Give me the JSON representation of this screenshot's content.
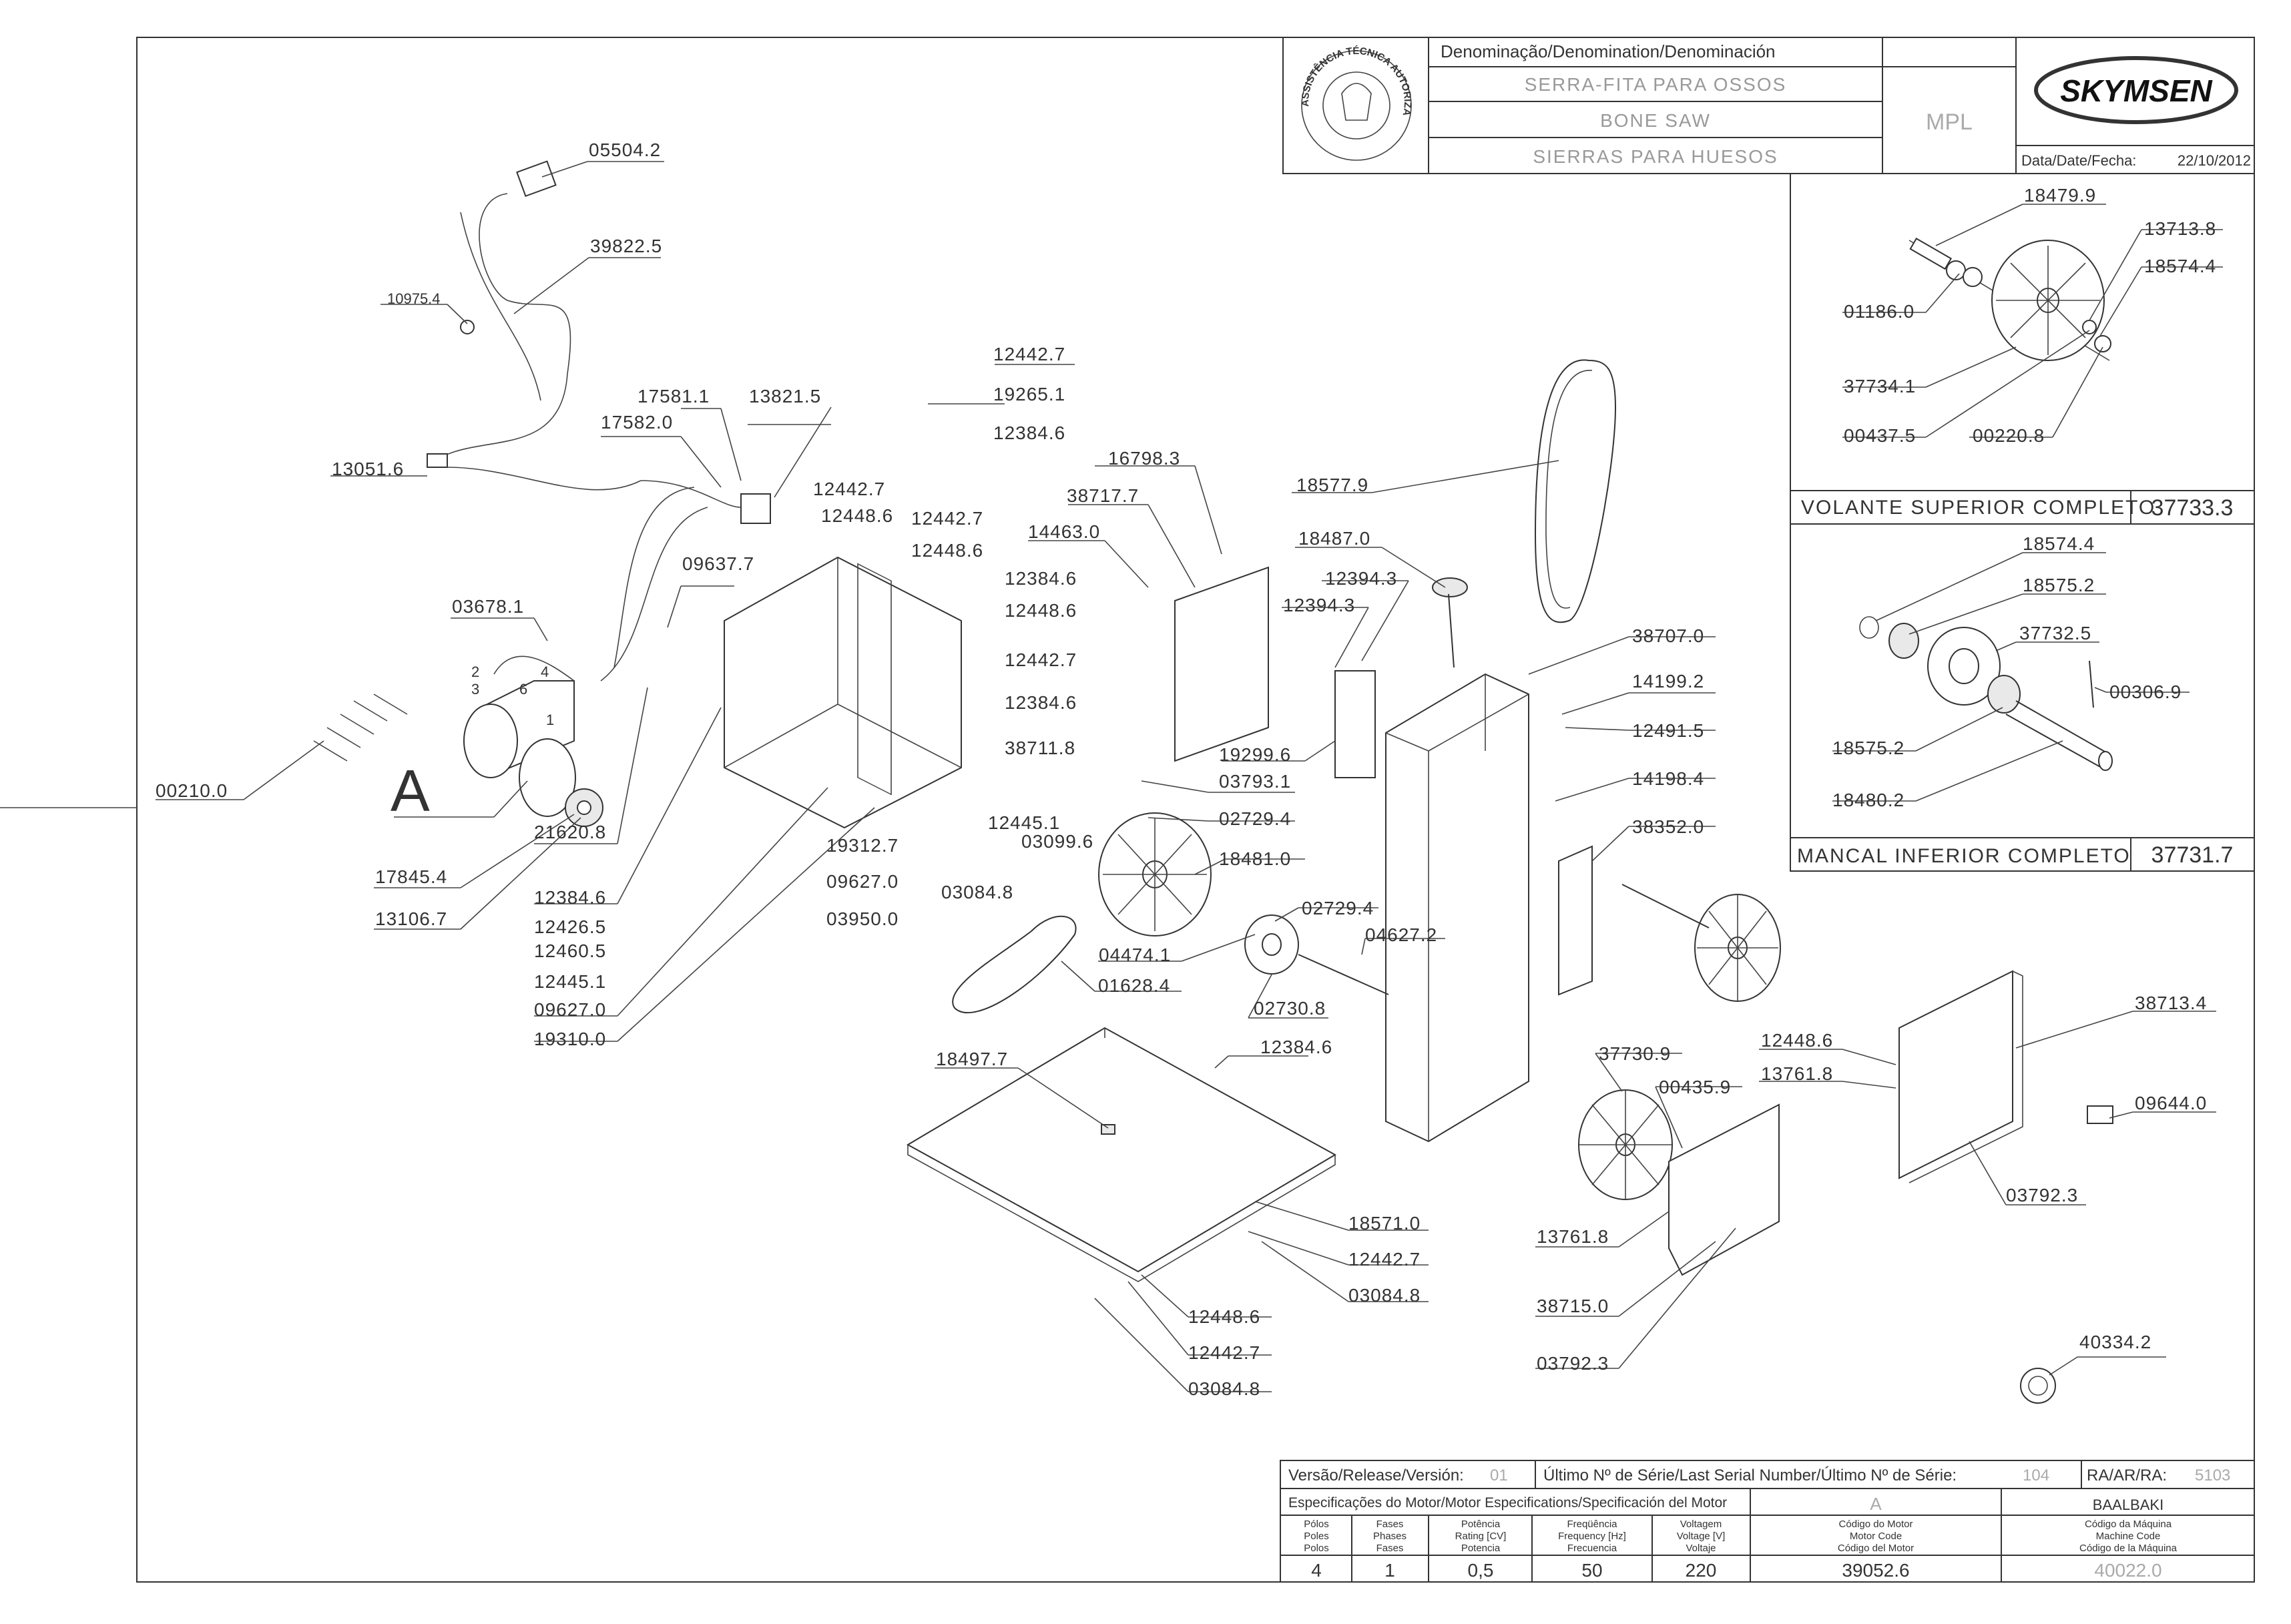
{
  "title_block": {
    "denomination_header": "Denominação/Denomination/Denominación",
    "name_pt": "SERRA-FITA PARA OSSOS",
    "name_en": "BONE SAW",
    "name_es": "SIERRAS PARA HUESOS",
    "model": "MPL",
    "brand": "SKYMSEN",
    "date_label": "Data/Date/Fecha:",
    "date_value": "22/10/2012",
    "seal_text": "ASSISTÊNCIA TÉCNICA AUTORIZADA"
  },
  "subassemblies": [
    {
      "name": "VOLANTE SUPERIOR COMPLETO",
      "code": "37733.3"
    },
    {
      "name": "MANCAL INFERIOR COMPLETO",
      "code": "37731.7"
    }
  ],
  "callout_A": "A",
  "parts": [
    "05504.2",
    "39822.5",
    "10975.4",
    "13051.6",
    "17581.1",
    "13821.5",
    "17582.0",
    "09637.7",
    "03678.1",
    "00210.0",
    "17845.4",
    "13106.7",
    "21620.8",
    "12384.6",
    "12426.5",
    "12460.5",
    "12445.1",
    "09627.0",
    "19310.0",
    "12442.7",
    "12448.6",
    "12442.7",
    "12448.6",
    "12384.6",
    "12448.6",
    "12442.7",
    "12384.6",
    "38711.8",
    "19312.7",
    "12445.1",
    "03099.6",
    "09627.0",
    "03084.8",
    "03950.0",
    "12442.7",
    "19265.1",
    "12384.6",
    "16798.3",
    "38717.7",
    "14463.0",
    "18577.9",
    "18487.0",
    "12394.3",
    "12394.3",
    "19299.6",
    "03793.1",
    "02729.4",
    "18481.0",
    "02729.4",
    "04474.1",
    "02730.8",
    "01628.4",
    "04627.2",
    "38707.0",
    "14199.2",
    "12491.5",
    "14198.4",
    "38352.0",
    "37730.9",
    "00435.9",
    "13761.8",
    "38715.0",
    "03792.3",
    "18497.7",
    "12384.6",
    "18571.0",
    "12442.7",
    "03084.8",
    "12448.6",
    "12442.7",
    "03084.8",
    "12448.6",
    "13761.8",
    "38713.4",
    "09644.0",
    "03792.3",
    "40334.2",
    "18479.9",
    "13713.8",
    "18574.4",
    "01186.0",
    "37734.1",
    "00437.5",
    "00220.8",
    "18574.4",
    "18575.2",
    "37732.5",
    "00306.9",
    "18575.2",
    "18480.2"
  ],
  "wire_numbers": [
    "2",
    "3",
    "6",
    "4",
    "1"
  ],
  "footer": {
    "version_label": "Versão/Release/Versión:",
    "version_value": "01",
    "serial_label": "Último Nº de Série/Last Serial Number/Último Nº de Série:",
    "serial_value": "104",
    "ra_label": "RA/AR/RA:",
    "ra_value": "5103",
    "motor_spec_label": "Especificações do Motor/Motor Especifications/Specificación del Motor",
    "motor_letter": "A",
    "customer": "BAALBAKI",
    "columns": [
      {
        "l1": "Pólos",
        "l2": "Poles",
        "l3": "Polos",
        "value": "4"
      },
      {
        "l1": "Fases",
        "l2": "Phases",
        "l3": "Fases",
        "value": "1"
      },
      {
        "l1": "Potência",
        "l2": "Rating [CV]",
        "l3": "Potencia",
        "value": "0,5"
      },
      {
        "l1": "Freqüência",
        "l2": "Frequency [Hz]",
        "l3": "Frecuencia",
        "value": "50"
      },
      {
        "l1": "Voltagem",
        "l2": "Voltage [V]",
        "l3": "Voltaje",
        "value": "220"
      },
      {
        "l1": "Código do Motor",
        "l2": "Motor Code",
        "l3": "Código del Motor",
        "value": "39052.6"
      },
      {
        "l1": "Código da Máquina",
        "l2": "Machine Code",
        "l3": "Código de la Máquina",
        "value": "40022.0"
      }
    ]
  }
}
